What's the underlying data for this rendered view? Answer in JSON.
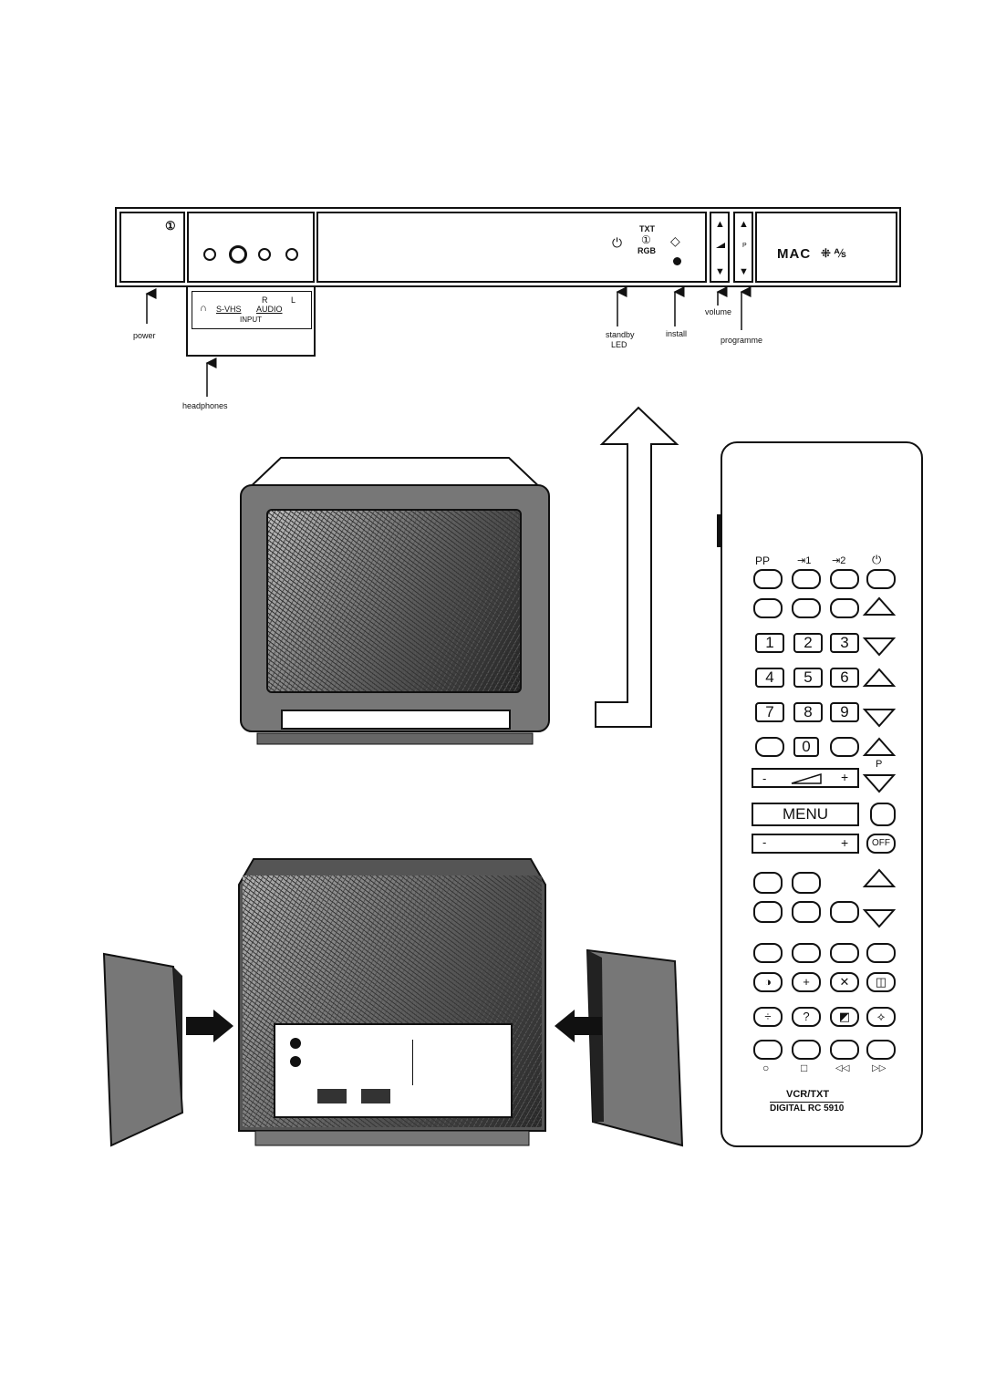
{
  "panel": {
    "power_symbol": "①",
    "input_labels": {
      "headphone": "∩",
      "svhs": "S-VHS",
      "audio": "AUDIO",
      "r": "R",
      "l": "L",
      "input": "INPUT"
    },
    "standby_symbol": "⏻",
    "txt": "TXT",
    "txt_symbol": "①",
    "rgb": "RGB",
    "install_symbol": "◇",
    "logo": "MAC",
    "program_mark": "P"
  },
  "callouts": {
    "power": "power",
    "headphones": "headphones",
    "standby": "standby",
    "led": "LED",
    "install": "install",
    "volume": "volume",
    "programme": "programme"
  },
  "remote": {
    "top_labels": [
      "PP",
      "⇥1",
      "⇥2",
      "⏻"
    ],
    "digits": [
      "1",
      "2",
      "3",
      "4",
      "5",
      "6",
      "7",
      "8",
      "9",
      "0"
    ],
    "p_label": "P",
    "minus": "-",
    "plus": "+",
    "menu": "MENU",
    "off": "OFF",
    "model_line1": "VCR/TXT",
    "model_line2": "DIGITAL RC 5910",
    "media_row": [
      "○",
      "□",
      "◁◁",
      "▷▷"
    ],
    "row_symbols": [
      "◑",
      "+",
      "✕",
      "◫"
    ],
    "row2_symbols": [
      "÷",
      "?",
      "◩",
      "⟡"
    ]
  }
}
